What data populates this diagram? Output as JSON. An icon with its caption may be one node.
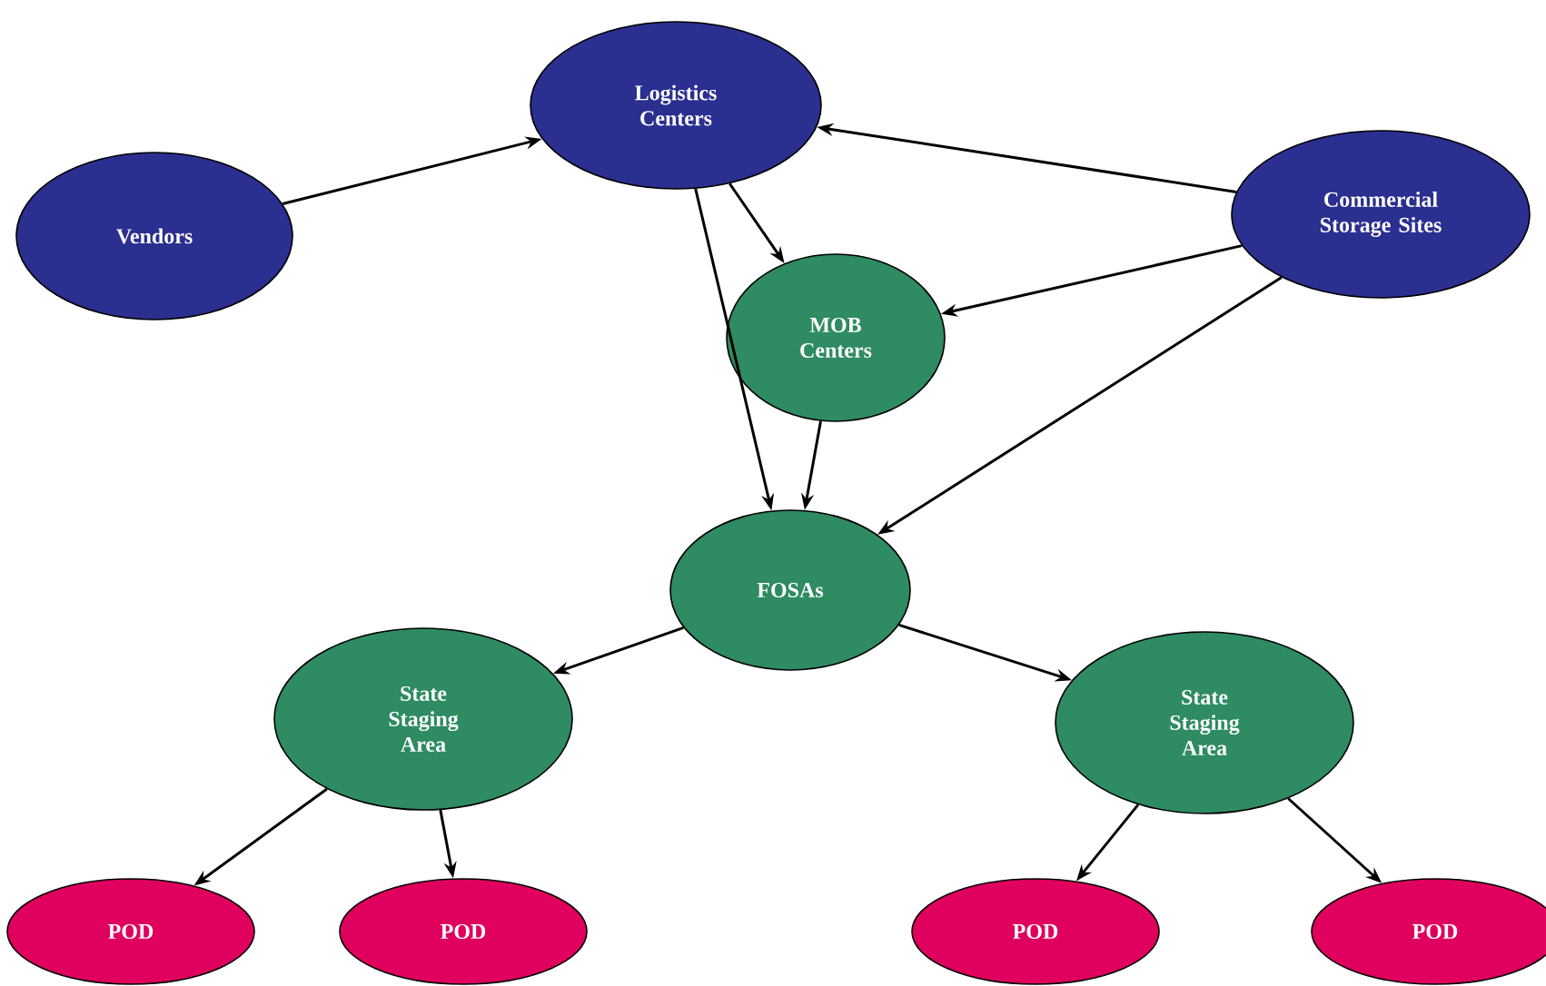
{
  "diagram": {
    "nodes": [
      {
        "text": [
          "Logistics Centers"
        ]
      },
      {
        "text": [
          "Vendors"
        ]
      },
      {
        "text": [
          "Commercial Storage Sites"
        ]
      },
      {
        "text": [
          "MOB Centers"
        ]
      },
      {
        "text": [
          "FOSAs"
        ]
      },
      {
        "text": [
          "State Staging Area"
        ]
      },
      {
        "text": [
          "State Staging Area"
        ]
      },
      {
        "text": [
          "POD"
        ]
      },
      {
        "text": [
          "POD"
        ]
      },
      {
        "text": [
          "POD"
        ]
      },
      {
        "text": [
          "POD"
        ]
      }
    ],
    "edges": [
      {
        "from": 1,
        "to": 0,
        "arrow": "to"
      },
      {
        "from": 2,
        "to": 0,
        "arrow": "to"
      },
      {
        "from": 0,
        "to": 3,
        "arrow": "to"
      },
      {
        "from": 0,
        "to": 4,
        "arrow": "to"
      },
      {
        "from": 2,
        "to": 3,
        "arrow": "to"
      },
      {
        "from": 2,
        "to": 4,
        "arrow": "to"
      },
      {
        "from": 3,
        "to": 4,
        "arrow": "to"
      },
      {
        "from": 4,
        "to": 5,
        "arrow": "to"
      },
      {
        "from": 4,
        "to": 6,
        "arrow": "to"
      },
      {
        "from": 5,
        "to": 7,
        "arrow": "to"
      },
      {
        "from": 5,
        "to": 8,
        "arrow": "to"
      },
      {
        "from": 6,
        "to": 9,
        "arrow": "to"
      },
      {
        "from": 6,
        "to": 10,
        "arrow": "to"
      }
    ]
  }
}
